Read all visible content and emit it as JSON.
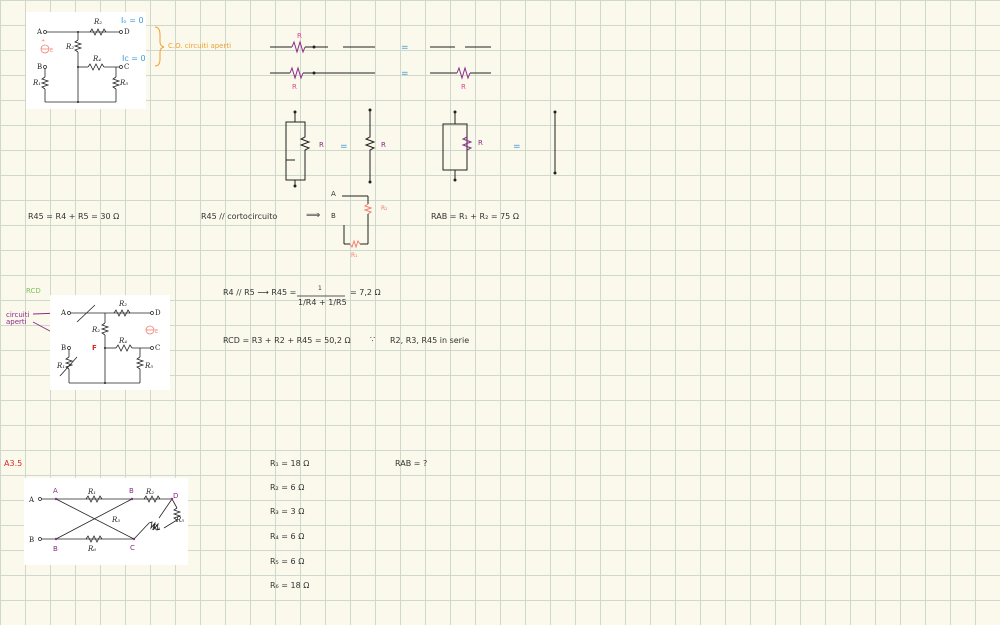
{
  "colors": {
    "background": "#fbf9ec",
    "grid": "#cfd8cd",
    "ink": "#333333",
    "purple": "#8a2b8a",
    "pink": "#e0429a",
    "blue": "#3a9ad9",
    "orange": "#f0a030",
    "red": "#d92b2b",
    "salmon": "#f08070",
    "green": "#7fbf5f"
  },
  "fig1": {
    "io_label": "Iₒ = 0",
    "ic_label": "Ic = 0",
    "note": "C.O. circuiti aperti"
  },
  "sketches": {
    "r_label": "R",
    "equals": "="
  },
  "step1": {
    "r45": "R45 = R4 + R5 = 30 Ω",
    "parallel_short": "R45 // cortocircuito",
    "arrow": "⟹",
    "node_a": "A",
    "node_b": "B",
    "r2": "R₂",
    "r1": "R₁",
    "rab": "RAB = R₁ + R₂ = 75 Ω"
  },
  "step2": {
    "rcd_label": "RCD",
    "open_note": "circuiti aperti",
    "r45_parallel": "R4 // R5  ⟶  R45 =",
    "numerator": "1",
    "denominator": "1/R4 + 1/R5",
    "result": "= 7,2 Ω",
    "rcd": "RCD = R3 + R2 + R45 = 50,2 Ω",
    "because": "∵",
    "series_note": "R2, R3, R45 in serie"
  },
  "exercise": {
    "label": "A3.5",
    "rab_question": "RAB = ?",
    "values": [
      "R₁ = 18 Ω",
      "R₂ = 6 Ω",
      "R₃ = 3 Ω",
      "R₄ = 6 Ω",
      "R₅ = 6 Ω",
      "R₆ = 18 Ω"
    ]
  }
}
